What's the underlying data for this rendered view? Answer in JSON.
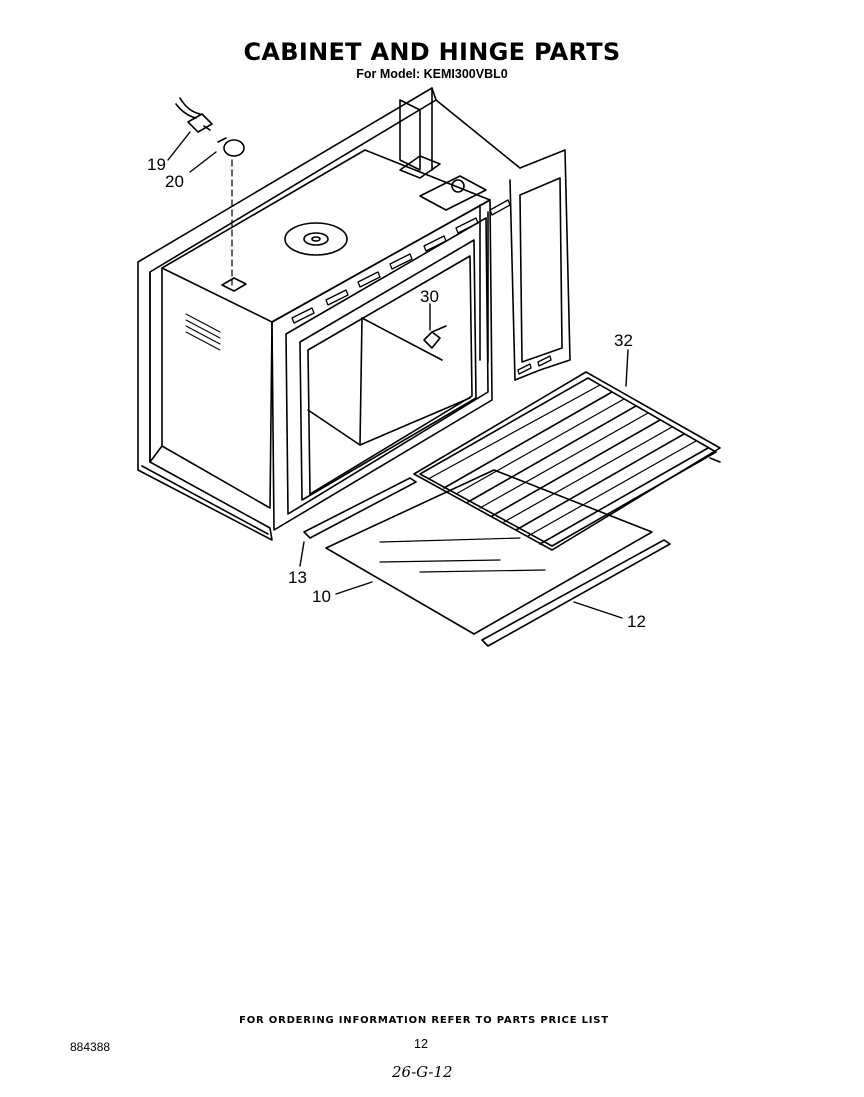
{
  "header": {
    "title": "CABINET AND HINGE PARTS",
    "subtitle": "For Model: KEMI300VBL0"
  },
  "callouts": {
    "p19": "19",
    "p20": "20",
    "p30": "30",
    "p32": "32",
    "p13": "13",
    "p10": "10",
    "p12": "12"
  },
  "footer": {
    "ordering_note": "FOR ORDERING INFORMATION REFER TO PARTS PRICE LIST",
    "document_number": "884388",
    "page_number": "12",
    "handwritten_note": "26-G-12"
  }
}
